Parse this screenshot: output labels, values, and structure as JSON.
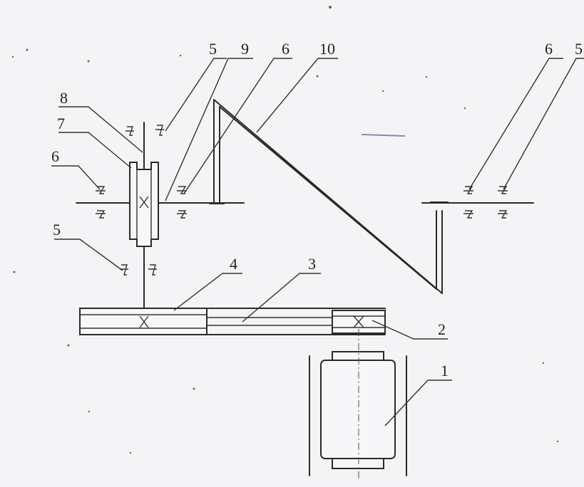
{
  "figure": {
    "background_color": "#f4f4f6",
    "line_color": "#2a2a2a",
    "accent_color": "#9b7fb6",
    "labels": [
      {
        "id": "label-5-top",
        "text": "5"
      },
      {
        "id": "label-9",
        "text": "9"
      },
      {
        "id": "label-6-top",
        "text": "6"
      },
      {
        "id": "label-10",
        "text": "10"
      },
      {
        "id": "label-6-right",
        "text": "6"
      },
      {
        "id": "label-5-right",
        "text": "5"
      },
      {
        "id": "label-8",
        "text": "8"
      },
      {
        "id": "label-7",
        "text": "7"
      },
      {
        "id": "label-6-left",
        "text": "6"
      },
      {
        "id": "label-5-left",
        "text": "5"
      },
      {
        "id": "label-4",
        "text": "4"
      },
      {
        "id": "label-3",
        "text": "3"
      },
      {
        "id": "label-2",
        "text": "2"
      },
      {
        "id": "label-1",
        "text": "1"
      }
    ]
  }
}
